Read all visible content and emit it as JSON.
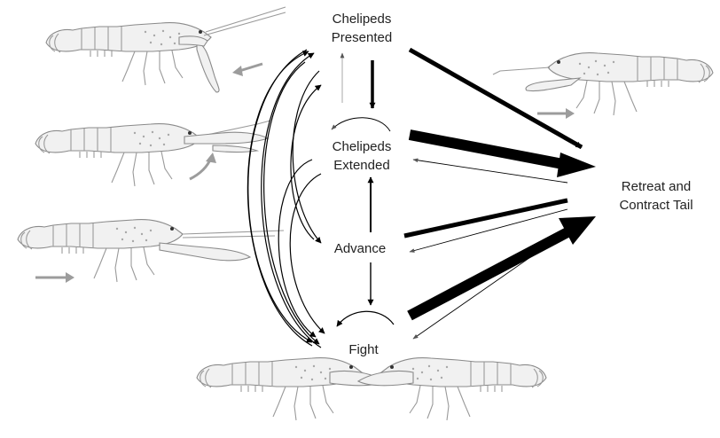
{
  "nodes": {
    "presented": [
      "Chelipeds",
      "Presented"
    ],
    "extended": [
      "Chelipeds",
      "Extended"
    ],
    "advance": [
      "Advance"
    ],
    "fight": [
      "Fight"
    ],
    "retreat": [
      "Retreat and",
      "Contract Tail"
    ]
  },
  "colors": {
    "arrow": "#000000",
    "thin_arrow": "#444444",
    "cue_arrow": "#9c9c9c",
    "drawing": "#8a8a8a"
  }
}
